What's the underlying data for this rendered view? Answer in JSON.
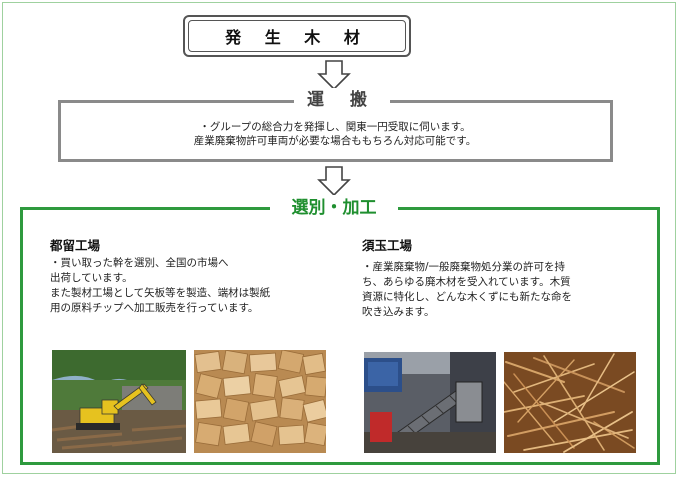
{
  "source": {
    "label": "発 生 木 材"
  },
  "transport": {
    "title": "運 搬",
    "line1": "・グループの総合力を発揮し、関東一円受取に伺います。",
    "line2": "産業廃棄物許可車両が必要な場合ももちろん対応可能です。"
  },
  "processing": {
    "title": "選別・加工",
    "left": {
      "title": "都留工場",
      "lines": [
        "・買い取った幹を選別、全国の市場へ",
        "出荷しています。",
        "また製材工場として矢板等を製造、端材は製紙",
        "用の原料チップへ加工販売を行っています。"
      ]
    },
    "right": {
      "title": "須玉工場",
      "lines": [
        "・産業廃棄物/一般廃棄物処分業の許可を持",
        "ち、あらゆる廃木材を受入れています。木質",
        "資源に特化し、どんな木くずにも新たな命を",
        "吹き込みます。"
      ]
    }
  },
  "colors": {
    "accent_green": "#2e9a3e",
    "transport_border": "#8a8a8a"
  }
}
